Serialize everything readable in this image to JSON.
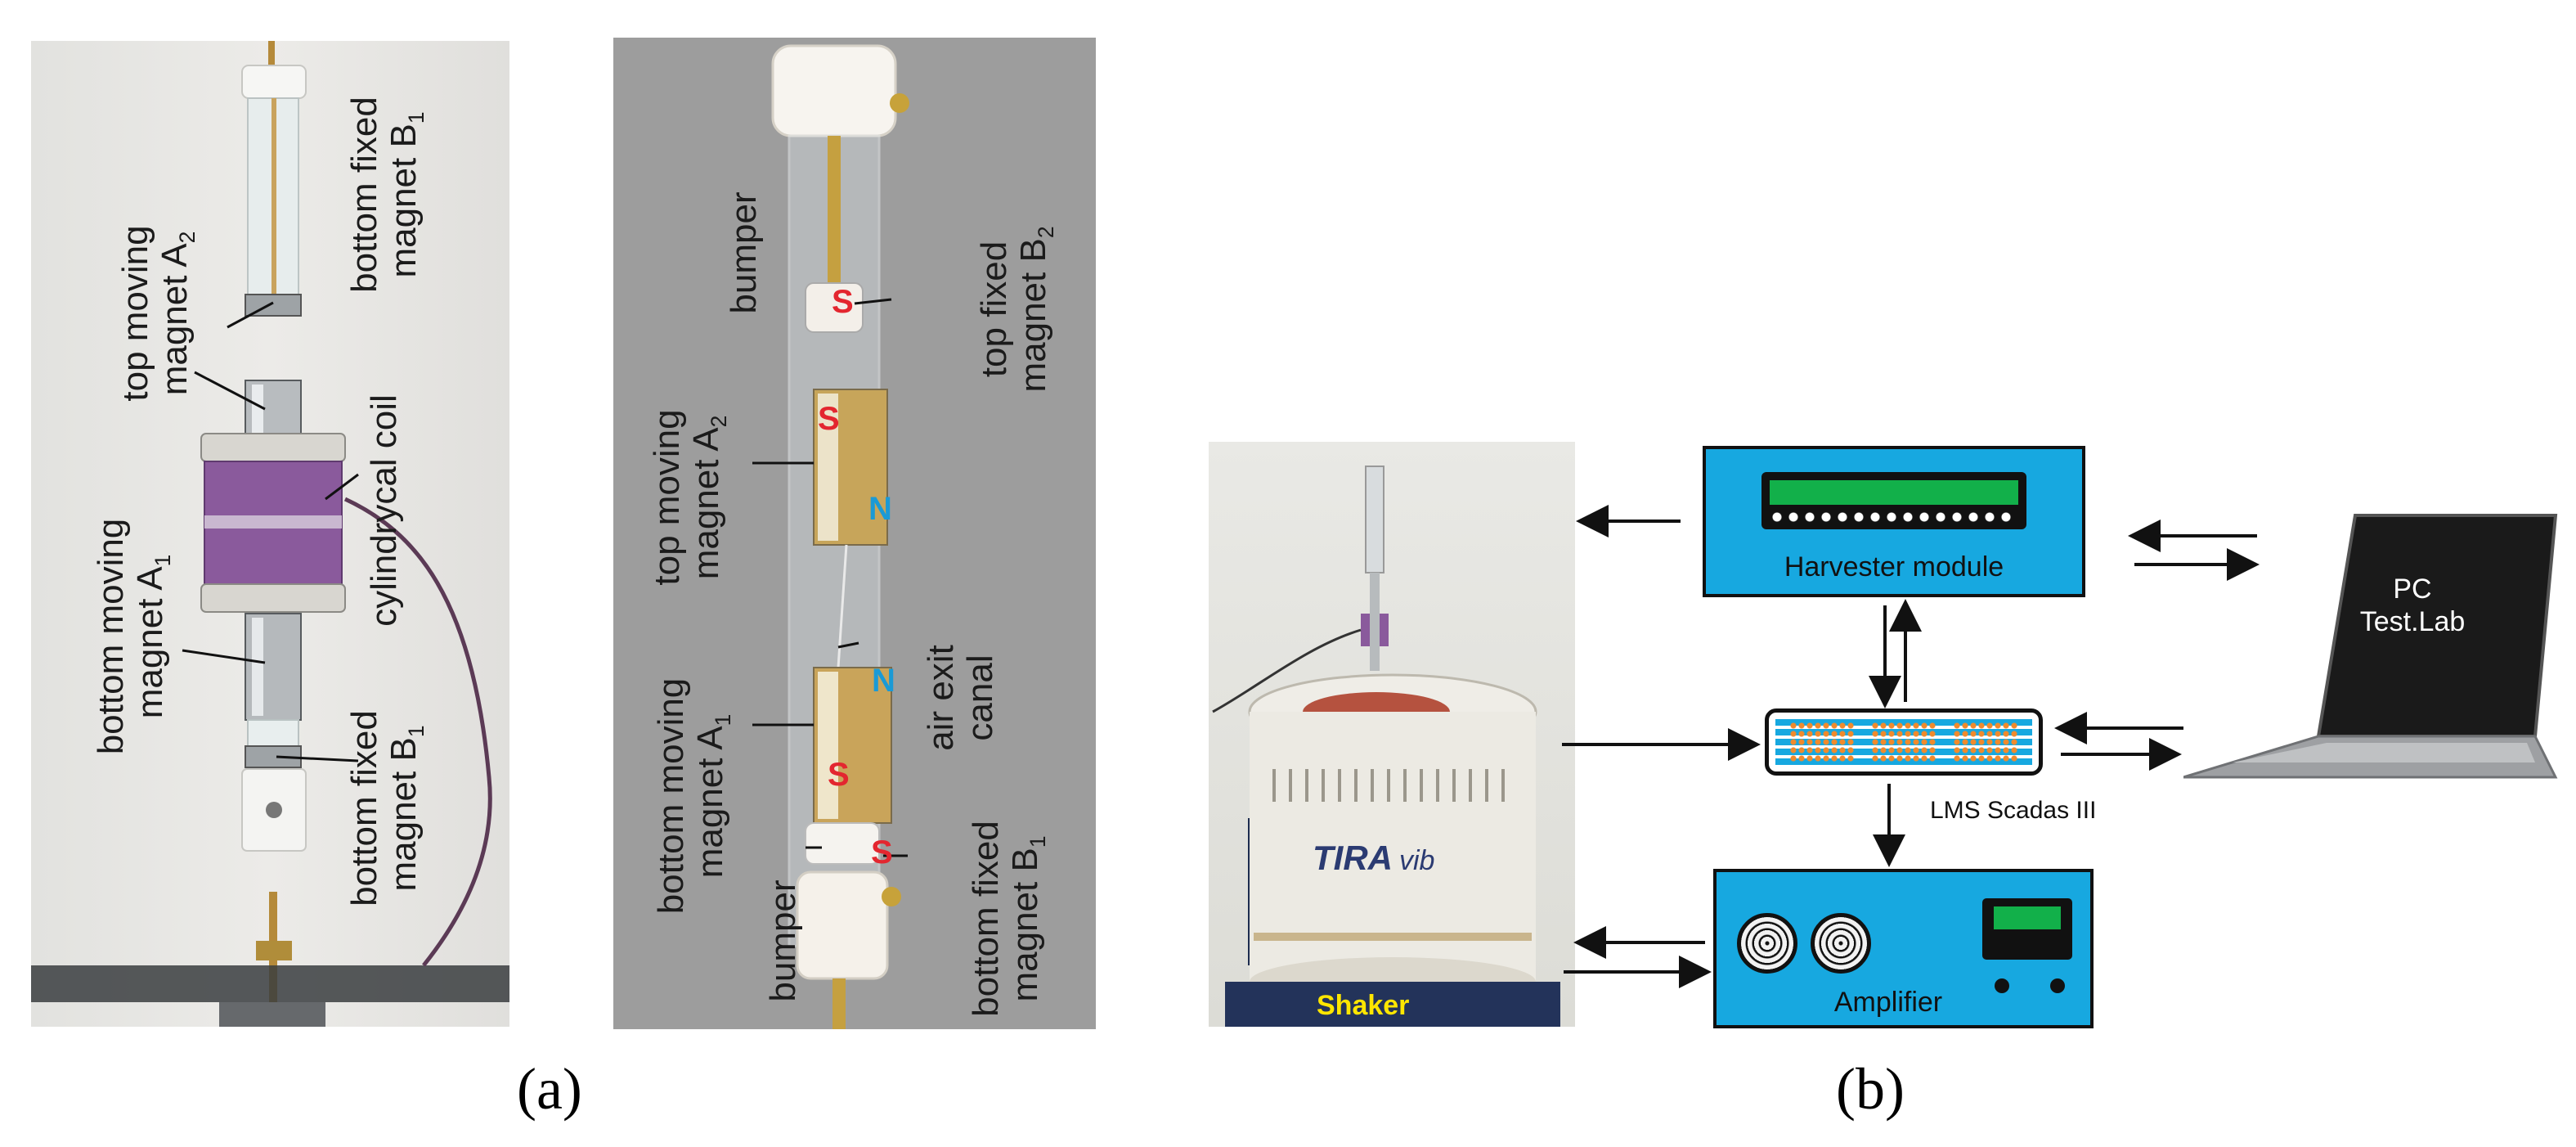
{
  "panel_a": {
    "caption": "(a)",
    "left_photo_labels": {
      "top_moving": [
        "top moving",
        "magnet A",
        "2"
      ],
      "bottom_fixed_top": [
        "bottom fixed",
        "magnet B",
        "1"
      ],
      "coil": "cylindrycal coil",
      "bottom_moving": [
        "bottom moving",
        "magnet A",
        "1"
      ],
      "bottom_fixed_bottom": [
        "bottom fixed",
        "magnet B",
        "1"
      ]
    },
    "right_photo_labels": {
      "bumper_top": "bumper",
      "top_fixed": [
        "top fixed",
        "magnet B",
        "2"
      ],
      "top_moving": [
        "top moving",
        "magnet A",
        "2"
      ],
      "air_exit": [
        "air exit",
        "canal"
      ],
      "bottom_moving": [
        "bottom moving",
        "magnet A",
        "1"
      ],
      "bumper_bottom": "bumper",
      "bottom_fixed": [
        "bottom fixed",
        "magnet B",
        "1"
      ],
      "pole_s": "S",
      "pole_n": "N"
    }
  },
  "panel_b": {
    "caption": "(b)",
    "shaker_label": "Shaker",
    "shaker_brand": "TIRA",
    "shaker_brand_suffix": "vib",
    "harvester_label": "Harvester module",
    "scadas_label": "LMS Scadas III",
    "amplifier_label": "Amplifier",
    "pc_label_line1": "PC",
    "pc_label_line2": "Test.Lab"
  },
  "colors": {
    "module_blue": "#17a8e0",
    "display_green": "#12b04a",
    "pole_red": "#e3262f",
    "pole_blue": "#1a9ad6",
    "shaker_label": "#ffe600"
  }
}
